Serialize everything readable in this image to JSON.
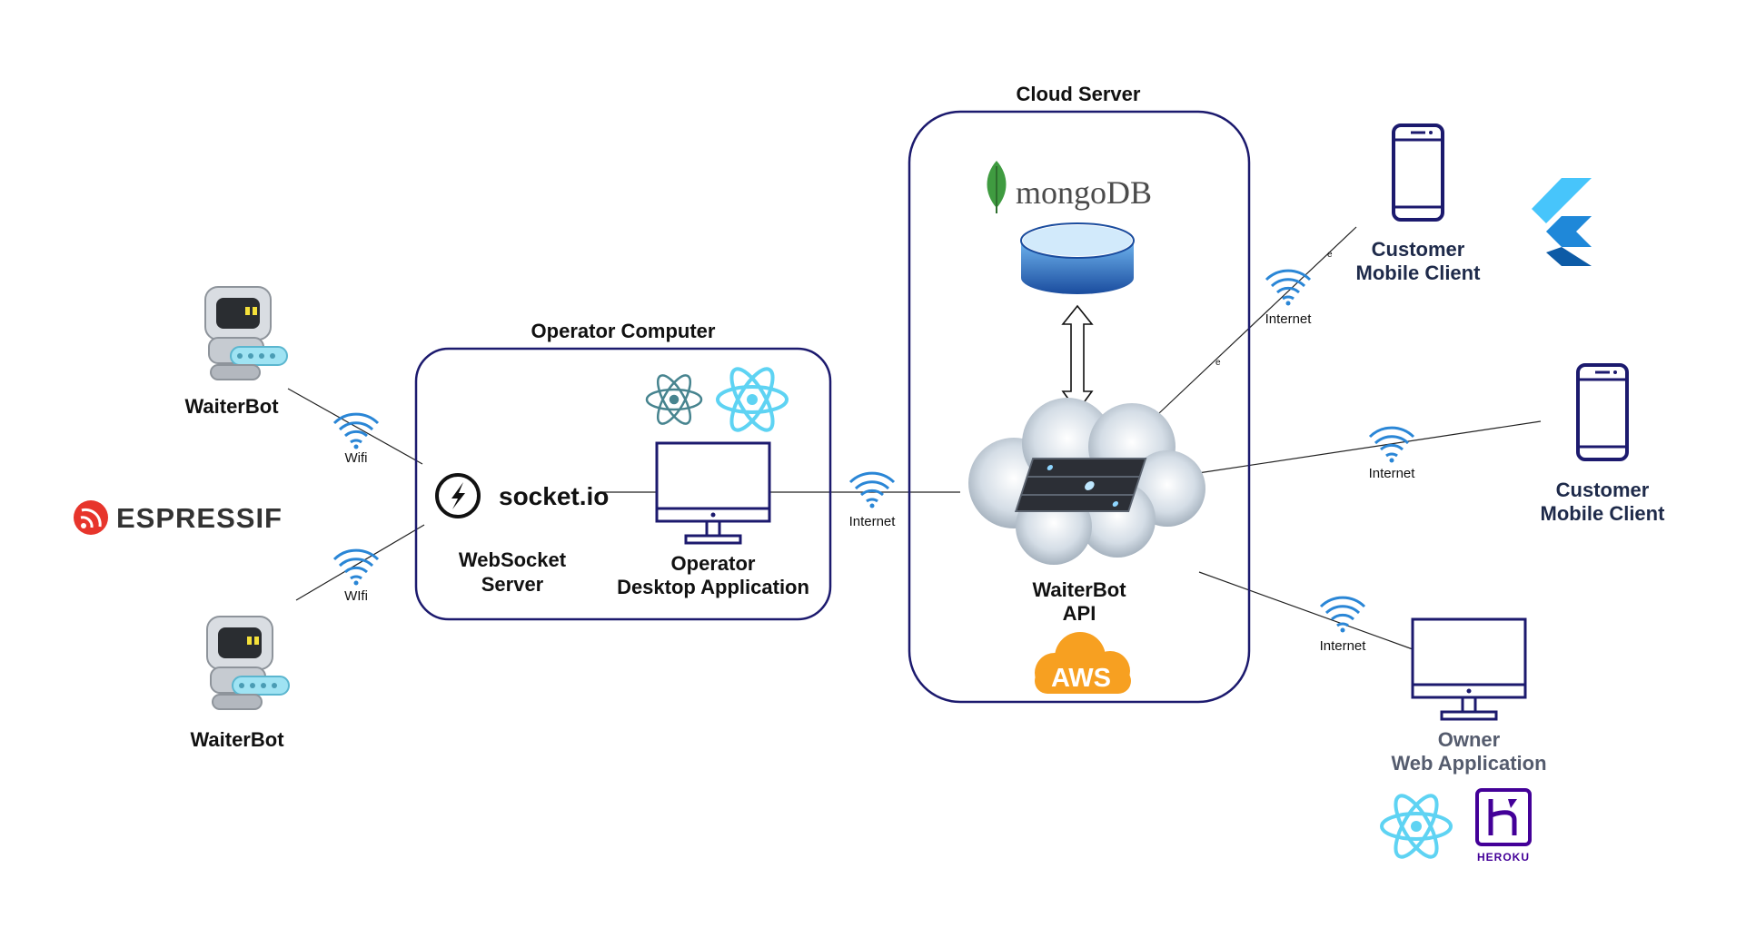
{
  "groups": {
    "operator_computer": "Operator Computer",
    "cloud_server": "Cloud Server"
  },
  "robots": {
    "top": "WaiterBot",
    "bottom": "WaiterBot"
  },
  "espressif": "ESPRESSIF",
  "websocket": {
    "logo_text": "socket.io",
    "line1": "WebSocket",
    "line2": "Server"
  },
  "operator_app": {
    "line1": "Operator",
    "line2": "Desktop Application"
  },
  "api": {
    "line1": "WaiterBot",
    "line2": "API",
    "hosting": "AWS"
  },
  "database": "mongoDB",
  "links": {
    "wifi_top": "Wifi",
    "wifi_bottom": "WIfi",
    "internet_operator": "Internet",
    "internet_mobile1": "Internet",
    "internet_mobile2": "Internet",
    "internet_owner": "Internet",
    "edge_mark1": "e",
    "edge_mark2": "e"
  },
  "clients": {
    "mobile1_line1": "Customer",
    "mobile1_line2": "Mobile Client",
    "mobile2_line1": "Customer",
    "mobile2_line2": "Mobile Client",
    "owner_line1": "Owner",
    "owner_line2": "Web Application",
    "heroku": "HEROKU"
  },
  "colors": {
    "navy": "#1c1a6e",
    "wifi_blue": "#2a86d6",
    "react_cyan": "#5ed3f3",
    "aws_orange": "#f7a021",
    "mongo_green": "#3f9b40",
    "flutter_light": "#47c5fb",
    "flutter_dark": "#0d5ba6",
    "heroku_purple": "#430098",
    "espressif_red": "#e7352c"
  },
  "icons": [
    "robot-icon",
    "espressif-logo",
    "socketio-icon",
    "electron-icon",
    "react-icon",
    "monitor-icon",
    "wifi-icon",
    "database-icon",
    "server-cloud-icon",
    "aws-logo",
    "mongodb-leaf-icon",
    "phone-icon",
    "flutter-logo",
    "heroku-logo"
  ]
}
